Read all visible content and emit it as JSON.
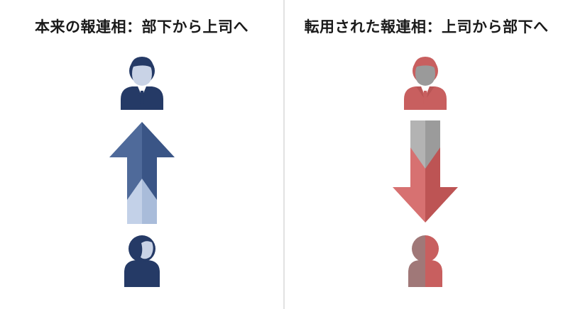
{
  "left_panel": {
    "title": "本来の報連相：部下から上司へ",
    "upper_figure": "boss-icon",
    "arrow_direction": "up",
    "lower_figure": "subordinate-icon",
    "colors": {
      "main": "#253a66",
      "arrow_dark": "#3a5586",
      "arrow_mid": "#4f6a9a",
      "arrow_light": "#a9bcda",
      "arrow_light2": "#c3d1e8",
      "face": "#c9d3e6"
    }
  },
  "right_panel": {
    "title": "転用された報連相：上司から部下へ",
    "upper_figure": "boss-icon",
    "arrow_direction": "down",
    "lower_figure": "subordinate-icon",
    "colors": {
      "main": "#c85f5f",
      "arrow_dark": "#bd5454",
      "arrow_light": "#d77171",
      "gray": "#9b9b9b",
      "gray_light": "#b3b3b3",
      "face": "#9a9a9a"
    }
  }
}
